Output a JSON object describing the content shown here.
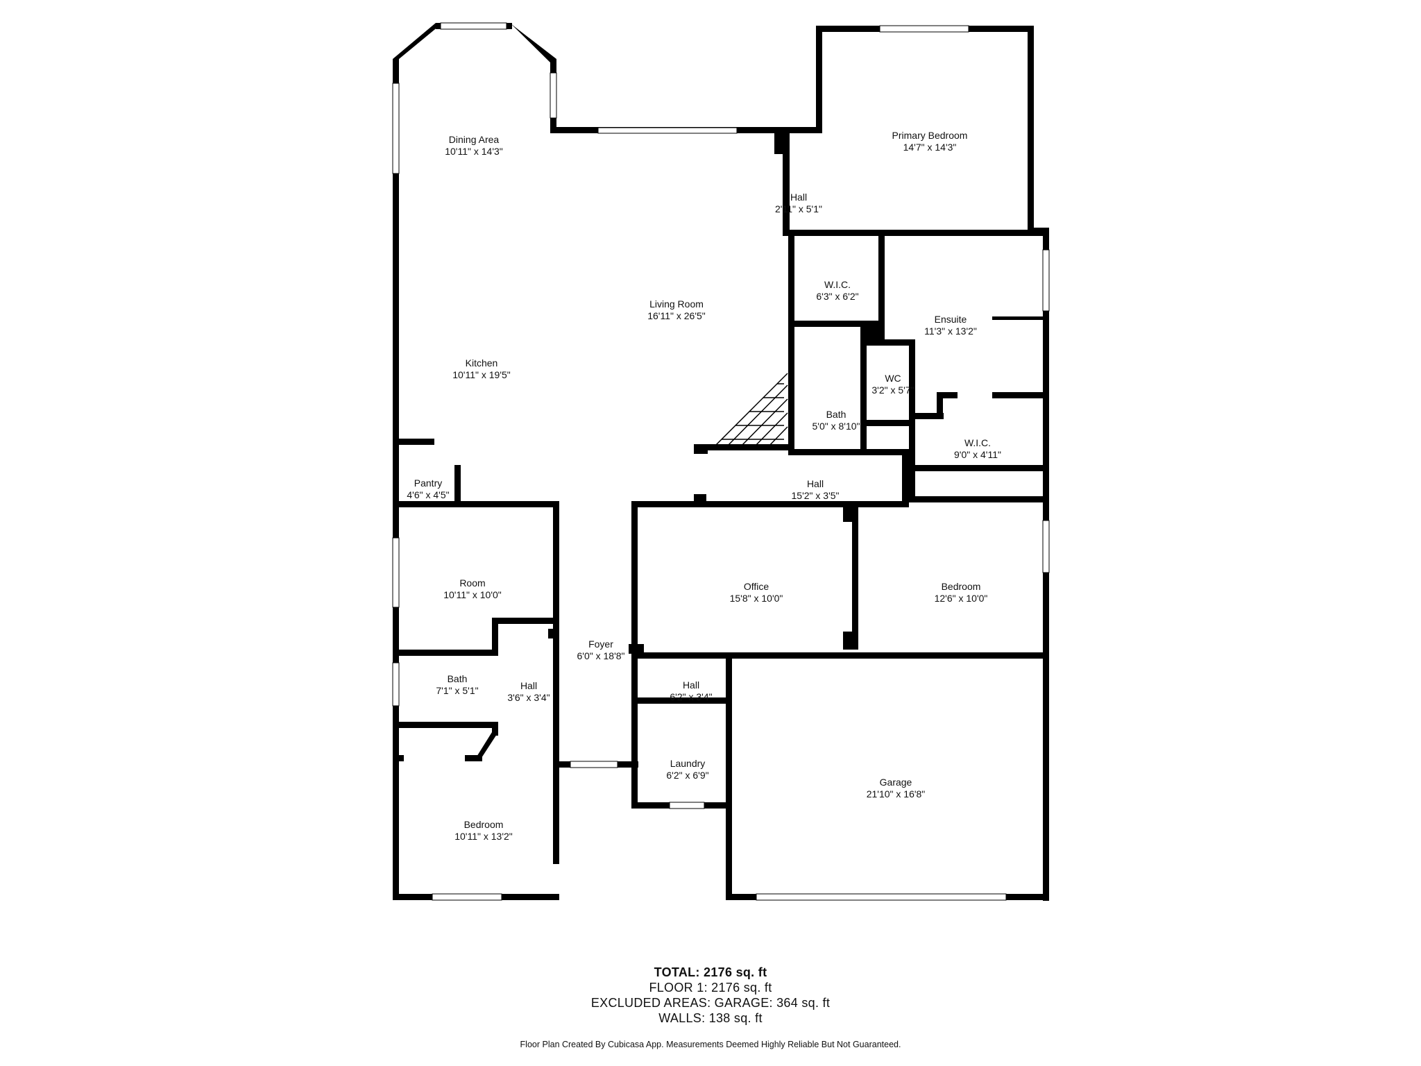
{
  "rooms": {
    "dining_area": {
      "name": "Dining Area",
      "dims": "10'11\" x 14'3\""
    },
    "primary_bedroom": {
      "name": "Primary Bedroom",
      "dims": "14'7\" x 14'3\""
    },
    "hall_top": {
      "name": "Hall",
      "dims": "2'11\" x 5'1\""
    },
    "wic_top": {
      "name": "W.I.C.",
      "dims": "6'3\" x 6'2\""
    },
    "ensuite": {
      "name": "Ensuite",
      "dims": "11'3\" x 13'2\""
    },
    "living_room": {
      "name": "Living Room",
      "dims": "16'11\" x 26'5\""
    },
    "kitchen": {
      "name": "Kitchen",
      "dims": "10'11\" x 19'5\""
    },
    "wc": {
      "name": "WC",
      "dims": "3'2\" x 5'7\""
    },
    "bath_center": {
      "name": "Bath",
      "dims": "5'0\" x 8'10\""
    },
    "wic_right": {
      "name": "W.I.C.",
      "dims": "9'0\" x 4'11\""
    },
    "pantry": {
      "name": "Pantry",
      "dims": "4'6\" x 4'5\""
    },
    "hall_mid": {
      "name": "Hall",
      "dims": "15'2\" x 3'5\""
    },
    "room": {
      "name": "Room",
      "dims": "10'11\" x 10'0\""
    },
    "office": {
      "name": "Office",
      "dims": "15'8\" x 10'0\""
    },
    "bedroom_right": {
      "name": "Bedroom",
      "dims": "12'6\" x 10'0\""
    },
    "foyer": {
      "name": "Foyer",
      "dims": "6'0\" x 18'8\""
    },
    "bath_left": {
      "name": "Bath",
      "dims": "7'1\" x 5'1\""
    },
    "hall_left": {
      "name": "Hall",
      "dims": "3'6\" x 3'4\""
    },
    "hall_center": {
      "name": "Hall",
      "dims": "6'2\" x 3'4\""
    },
    "laundry": {
      "name": "Laundry",
      "dims": "6'2\" x 6'9\""
    },
    "garage": {
      "name": "Garage",
      "dims": "21'10\" x 16'8\""
    },
    "bedroom_left": {
      "name": "Bedroom",
      "dims": "10'11\" x 13'2\""
    }
  },
  "summary": {
    "total": "TOTAL: 2176 sq. ft",
    "floor": "FLOOR 1: 2176 sq. ft",
    "excluded": "EXCLUDED AREAS: GARAGE: 364 sq. ft",
    "walls": "WALLS: 138 sq. ft"
  },
  "disclaimer": "Floor Plan Created By Cubicasa App. Measurements Deemed Highly Reliable But Not Guaranteed.",
  "colors": {
    "wall": "#000000",
    "window": "#ffffff",
    "background": "#ffffff"
  }
}
